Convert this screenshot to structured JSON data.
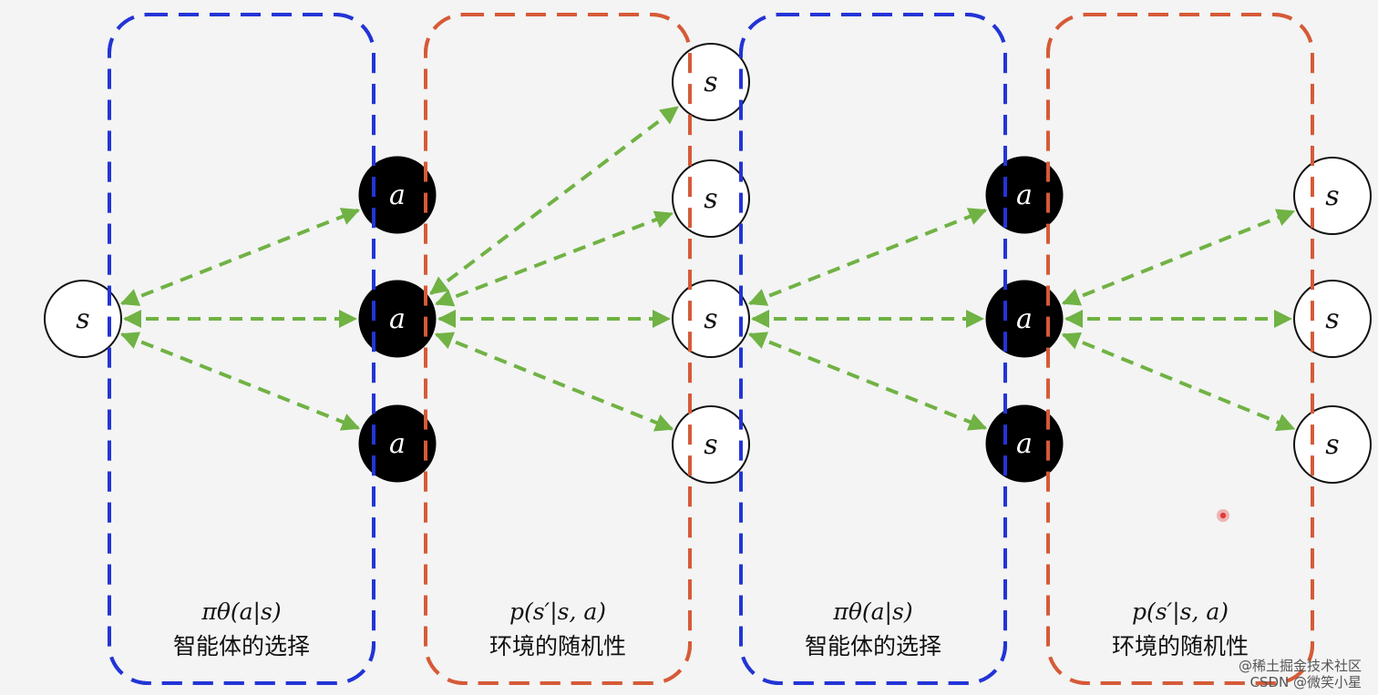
{
  "colors": {
    "agent_box": "#2334d6",
    "env_box": "#d65a38",
    "arrow": "#70b244",
    "action_fill": "#000000",
    "action_text": "#ffffff",
    "state_fill": "#ffffff",
    "state_text": "#111111",
    "cursor_dot": "#e23b3b"
  },
  "panels": [
    {
      "kind": "agent",
      "formula": "πθ(a|s)",
      "caption": "智能体的选择"
    },
    {
      "kind": "env",
      "formula": "p(s′|s, a)",
      "caption": "环境的随机性"
    },
    {
      "kind": "agent",
      "formula": "πθ(a|s)",
      "caption": "智能体的选择"
    },
    {
      "kind": "env",
      "formula": "p(s′|s, a)",
      "caption": "环境的随机性"
    }
  ],
  "nodes": [
    {
      "id": "s0",
      "kind": "state",
      "label": "s"
    },
    {
      "id": "a1",
      "kind": "action",
      "label": "a"
    },
    {
      "id": "a2",
      "kind": "action",
      "label": "a"
    },
    {
      "id": "a3",
      "kind": "action",
      "label": "a"
    },
    {
      "id": "s1",
      "kind": "state",
      "label": "s"
    },
    {
      "id": "s2",
      "kind": "state",
      "label": "s"
    },
    {
      "id": "s3",
      "kind": "state",
      "label": "s"
    },
    {
      "id": "s4",
      "kind": "state",
      "label": "s"
    },
    {
      "id": "a4",
      "kind": "action",
      "label": "a"
    },
    {
      "id": "a5",
      "kind": "action",
      "label": "a"
    },
    {
      "id": "a6",
      "kind": "action",
      "label": "a"
    },
    {
      "id": "s5",
      "kind": "state",
      "label": "s"
    },
    {
      "id": "s6",
      "kind": "state",
      "label": "s"
    },
    {
      "id": "s7",
      "kind": "state",
      "label": "s"
    }
  ],
  "edges": [
    {
      "from": "s0",
      "to": "a1"
    },
    {
      "from": "s0",
      "to": "a2"
    },
    {
      "from": "s0",
      "to": "a3"
    },
    {
      "from": "a2",
      "to": "s1"
    },
    {
      "from": "a2",
      "to": "s2"
    },
    {
      "from": "a2",
      "to": "s3"
    },
    {
      "from": "a2",
      "to": "s4"
    },
    {
      "from": "s3",
      "to": "a4"
    },
    {
      "from": "s3",
      "to": "a5"
    },
    {
      "from": "s3",
      "to": "a6"
    },
    {
      "from": "a5",
      "to": "s5"
    },
    {
      "from": "a5",
      "to": "s6"
    },
    {
      "from": "a5",
      "to": "s7"
    }
  ],
  "watermark": {
    "line1": "@稀土掘金技术社区",
    "line2": "CSDN @微笑小星"
  }
}
